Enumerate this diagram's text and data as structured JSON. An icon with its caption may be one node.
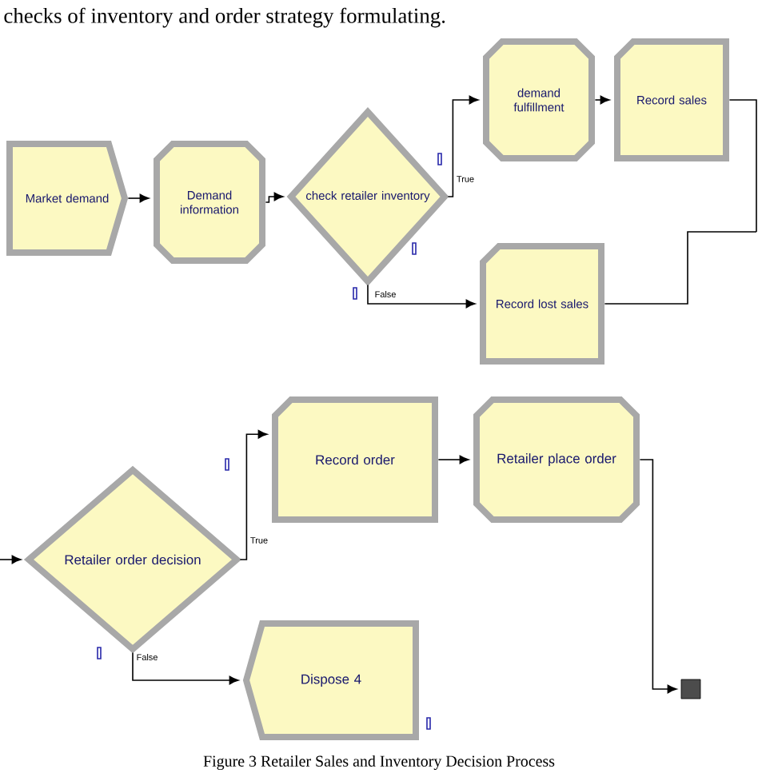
{
  "diagram": {
    "caption": "Figure 3    Retailer Sales and Inventory Decision Process",
    "nodes": [
      {
        "text": [
          "Market demand"
        ]
      },
      {
        "text": [
          "Demand information"
        ]
      },
      {
        "text": [
          "check retailer inventory"
        ]
      },
      {
        "text": [
          "demand fulfillment"
        ]
      },
      {
        "text": [
          "Record sales"
        ]
      },
      {
        "text": [
          "Record lost sales"
        ]
      },
      {
        "text": [
          "Retailer order decision"
        ]
      },
      {
        "text": [
          "Record order"
        ]
      },
      {
        "text": [
          "Retailer place order"
        ]
      },
      {
        "text": [
          "Dispose 4"
        ]
      },
      {
        "text": [],
        "shape": "box"
      }
    ],
    "edges": [
      {
        "from": 0,
        "to": 1,
        "arrow": "to"
      },
      {
        "from": 1,
        "to": 2,
        "arrow": "to"
      },
      {
        "from": 2,
        "to": 3,
        "arrow": "to",
        "label": "True"
      },
      {
        "from": 2,
        "to": 5,
        "arrow": "to",
        "label": "False"
      },
      {
        "from": 3,
        "to": 4,
        "arrow": "to"
      },
      {
        "from": 4,
        "to": null,
        "arrow": "none"
      },
      {
        "from": 5,
        "to": null,
        "arrow": "none"
      },
      {
        "from": null,
        "to": 6,
        "arrow": "to"
      },
      {
        "from": 6,
        "to": 7,
        "arrow": "to",
        "label": "True"
      },
      {
        "from": 6,
        "to": 9,
        "arrow": "to",
        "label": "False"
      },
      {
        "from": 7,
        "to": 8,
        "arrow": "to"
      },
      {
        "from": 8,
        "to": 10,
        "arrow": "to"
      }
    ],
    "labels": [
      "checks of inventory and order strategy formulating."
    ]
  }
}
